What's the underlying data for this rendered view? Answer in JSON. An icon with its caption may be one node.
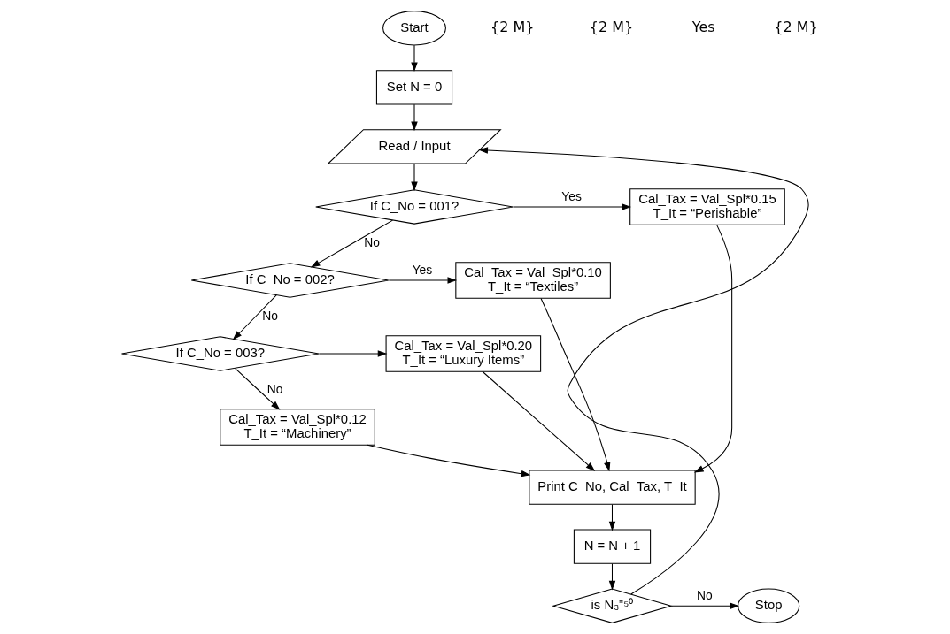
{
  "diagram": {
    "nodes": [
      {
        "text": [
          "Start"
        ]
      },
      {
        "text": [
          "Set N = 0"
        ]
      },
      {
        "text": [
          "Read / Input"
        ]
      },
      {
        "text": [
          "If C_No = 001?"
        ]
      },
      {
        "text": [
          "Cal_Tax = Val_Spl*0.15",
          "T_It = “Perishable”"
        ]
      },
      {
        "text": [
          "If C_No = 002?"
        ]
      },
      {
        "text": [
          "Cal_Tax = Val_Spl*0.10",
          "T_It = “Textiles”"
        ]
      },
      {
        "text": [
          "If C_No = 003?"
        ]
      },
      {
        "text": [
          "Cal_Tax = Val_Spl*0.20",
          "T_It = “Luxury Items”"
        ]
      },
      {
        "text": [
          "Cal_Tax = Val_Spl*0.12",
          "T_It = “Machinery”"
        ]
      },
      {
        "text": [
          "Print C_No, Cal_Tax, T_It"
        ]
      },
      {
        "text": [
          "N = N + 1"
        ]
      },
      {
        "text": [
          "is N₃⁼⁵⁰"
        ]
      },
      {
        "text": [
          "Stop"
        ]
      }
    ],
    "edges": [
      {
        "from": 0,
        "to": 1,
        "arrow": "to"
      },
      {
        "from": 1,
        "to": 2,
        "arrow": "to"
      },
      {
        "from": 2,
        "to": 3,
        "arrow": "to"
      },
      {
        "from": 3,
        "to": 4,
        "arrow": "to",
        "label": "Yes"
      },
      {
        "from": 3,
        "to": 5,
        "arrow": "to",
        "label": "No"
      },
      {
        "from": 5,
        "to": 6,
        "arrow": "to",
        "label": "Yes"
      },
      {
        "from": 5,
        "to": 7,
        "arrow": "to",
        "label": "No"
      },
      {
        "from": 7,
        "to": 8,
        "arrow": "to"
      },
      {
        "from": 7,
        "to": 9,
        "arrow": "to",
        "label": "No"
      },
      {
        "from": 4,
        "to": 10,
        "arrow": "to"
      },
      {
        "from": 6,
        "to": 10,
        "arrow": "to"
      },
      {
        "from": 8,
        "to": 10,
        "arrow": "to"
      },
      {
        "from": 9,
        "to": 10,
        "arrow": "to"
      },
      {
        "from": 10,
        "to": 11,
        "arrow": "to"
      },
      {
        "from": 11,
        "to": 12,
        "arrow": "to"
      },
      {
        "from": 12,
        "to": 13,
        "arrow": "to",
        "label": "No"
      },
      {
        "from": 12,
        "to": 2,
        "arrow": "to"
      }
    ],
    "labels": [
      "{2 M}",
      "{2 M}",
      "Yes",
      "{2 M}"
    ]
  }
}
